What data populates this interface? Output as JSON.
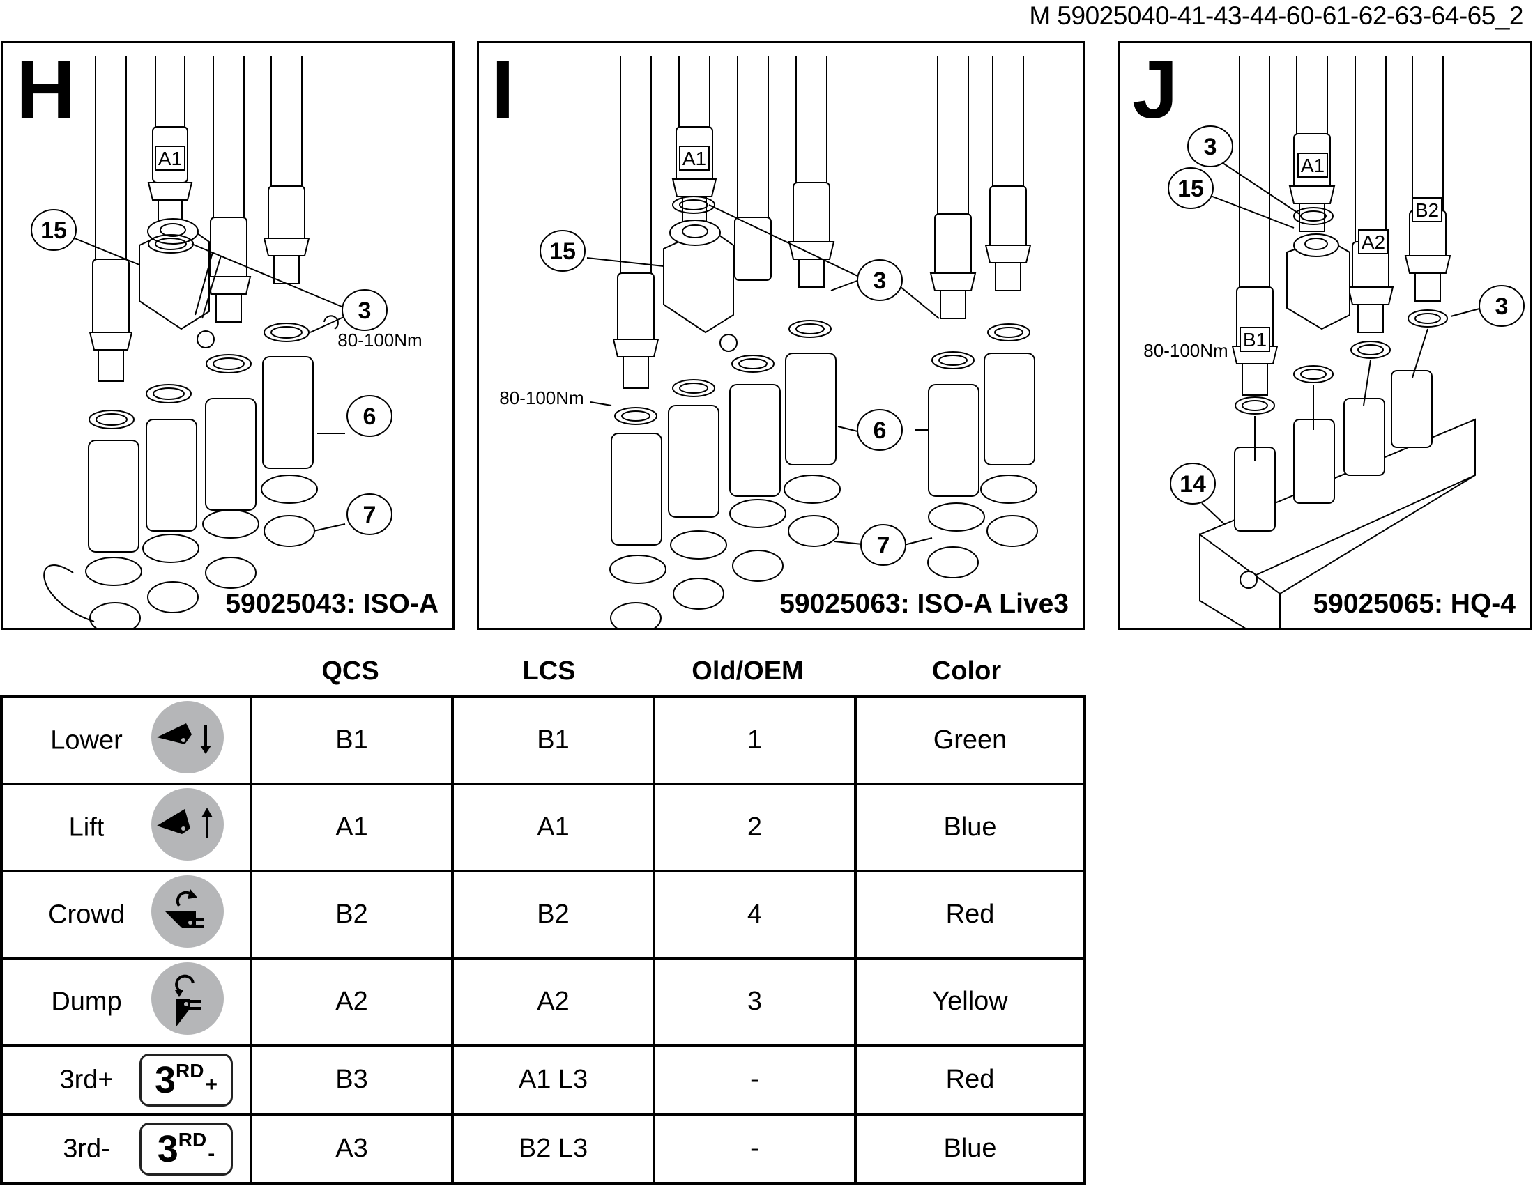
{
  "document_ref": "M 59025040-41-43-44-60-61-62-63-64-65_2",
  "panels": [
    {
      "label": "H",
      "caption": "59025043: ISO-A",
      "hose_tags": [
        "A1"
      ],
      "callouts": [
        "15",
        "3",
        "6",
        "7"
      ],
      "torque": "80-100Nm"
    },
    {
      "label": "I",
      "caption": "59025063: ISO-A Live3",
      "hose_tags": [
        "A1"
      ],
      "callouts": [
        "15",
        "3",
        "6",
        "7"
      ],
      "torque": "80-100Nm"
    },
    {
      "label": "J",
      "caption": "59025065: HQ-4",
      "hose_tags": [
        "A1",
        "A2",
        "B2",
        "B1"
      ],
      "callouts": [
        "3",
        "15",
        "3",
        "14"
      ],
      "torque": "80-100Nm"
    }
  ],
  "table": {
    "headers": [
      "QCS",
      "LCS",
      "Old/OEM",
      "Color"
    ],
    "rows": [
      {
        "function": "Lower",
        "icon": "boom-lower-icon",
        "qcs": "B1",
        "lcs": "B1",
        "old_oem": "1",
        "color": "Green"
      },
      {
        "function": "Lift",
        "icon": "boom-lift-icon",
        "qcs": "A1",
        "lcs": "A1",
        "old_oem": "2",
        "color": "Blue"
      },
      {
        "function": "Crowd",
        "icon": "bucket-crowd-icon",
        "qcs": "B2",
        "lcs": "B2",
        "old_oem": "4",
        "color": "Red"
      },
      {
        "function": "Dump",
        "icon": "bucket-dump-icon",
        "qcs": "A2",
        "lcs": "A2",
        "old_oem": "3",
        "color": "Yellow"
      },
      {
        "function": "3rd+",
        "icon": "third-plus-icon",
        "badge": {
          "num": "3",
          "sup": "RD",
          "sign": "+"
        },
        "qcs": "B3",
        "lcs": "A1 L3",
        "old_oem": "-",
        "color": "Red"
      },
      {
        "function": "3rd-",
        "icon": "third-minus-icon",
        "badge": {
          "num": "3",
          "sup": "RD",
          "sign": "-"
        },
        "qcs": "A3",
        "lcs": "B2 L3",
        "old_oem": "-",
        "color": "Blue"
      }
    ]
  },
  "colors": {
    "icon_bg": "#b5b6b8",
    "line": "#000000"
  }
}
